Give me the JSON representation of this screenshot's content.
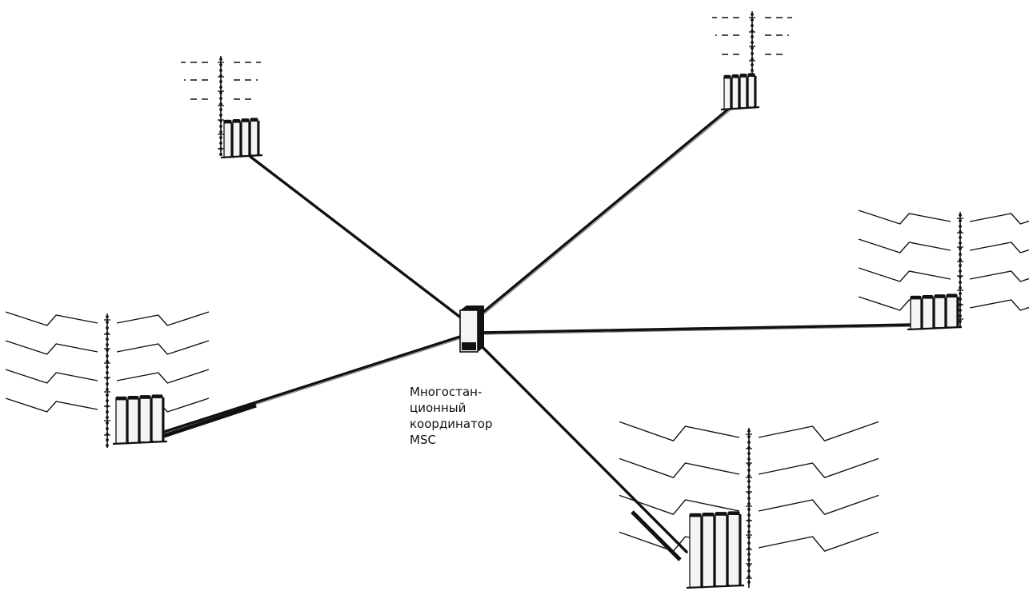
{
  "msc_label": {
    "line1": "Многостан-",
    "line2": "ционный",
    "line3": "координатор",
    "line4": "MSC"
  },
  "colors": {
    "ink": "#111111",
    "background": "#ffffff",
    "cabinet_face": "#f4f4f4"
  },
  "nodes": [
    {
      "id": "bs-top-left",
      "icon": "base-station-icon"
    },
    {
      "id": "bs-top-right",
      "icon": "base-station-icon"
    },
    {
      "id": "bs-left",
      "icon": "base-station-icon"
    },
    {
      "id": "bs-right",
      "icon": "base-station-icon"
    },
    {
      "id": "bs-bottom-right",
      "icon": "base-station-icon"
    },
    {
      "id": "msc",
      "icon": "switching-center-icon"
    }
  ]
}
